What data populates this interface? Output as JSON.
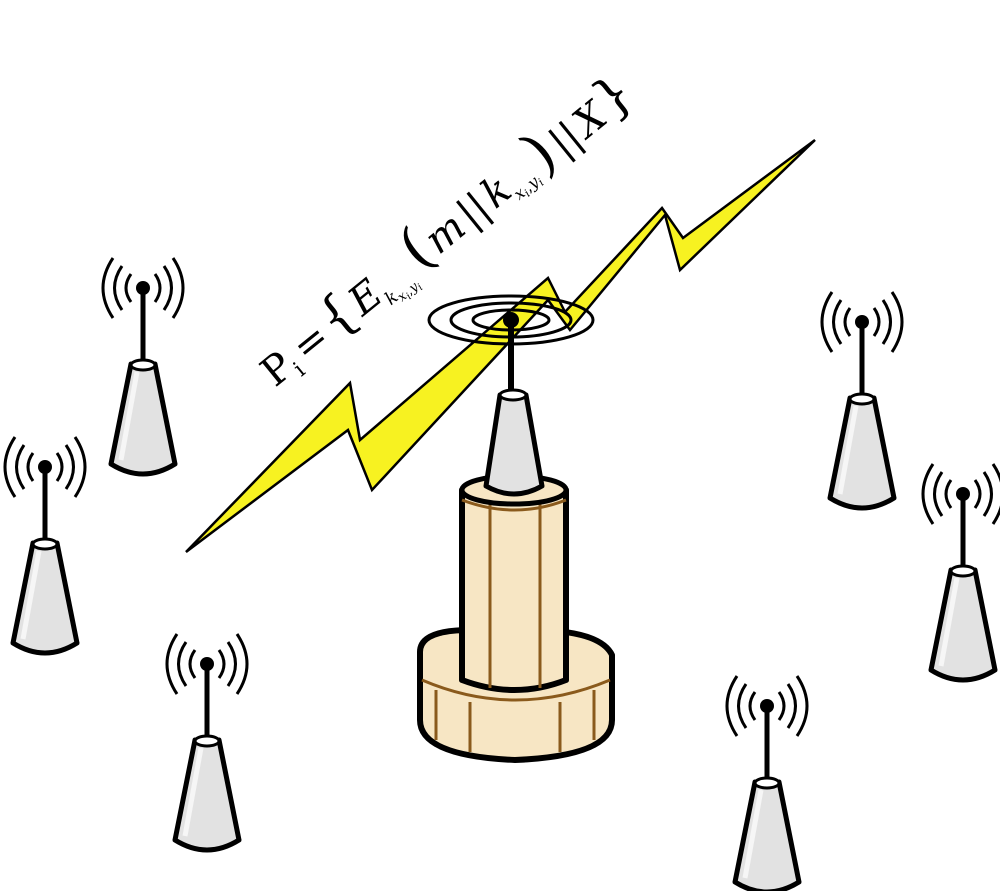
{
  "diagram": {
    "colors": {
      "bolt_fill": "#f7f221",
      "node_fill": "#e2e2e2",
      "base_fill": "#f7e6c4",
      "base_line": "#8a5a1c",
      "stroke": "#000000"
    },
    "formula": {
      "lhs_base": "P",
      "lhs_sub": "i",
      "equals": "=",
      "open_brace": "{",
      "enc": "E",
      "enc_sub_k": "k",
      "enc_sub_var": "x",
      "enc_sub_idx": "i",
      "enc_sub_sep": ",",
      "enc_sub_y": "y",
      "enc_sub_yidx": "i",
      "open_paren": "(",
      "m": "m",
      "concat": "||",
      "k": "k",
      "k_sub_x": "x",
      "k_sub_xidx": "i",
      "k_sub_sep": ",",
      "k_sub_y": "y",
      "k_sub_yidx": "i",
      "close_paren": ")",
      "concat2": "||",
      "X": "X",
      "close_brace": "}"
    },
    "sensor_nodes": [
      {
        "name": "sensor-node-top-left"
      },
      {
        "name": "sensor-node-mid-left"
      },
      {
        "name": "sensor-node-bottom-left"
      },
      {
        "name": "sensor-node-top-right"
      },
      {
        "name": "sensor-node-mid-right"
      },
      {
        "name": "sensor-node-bottom-right"
      }
    ],
    "base_station": {
      "name": "base-station"
    }
  }
}
